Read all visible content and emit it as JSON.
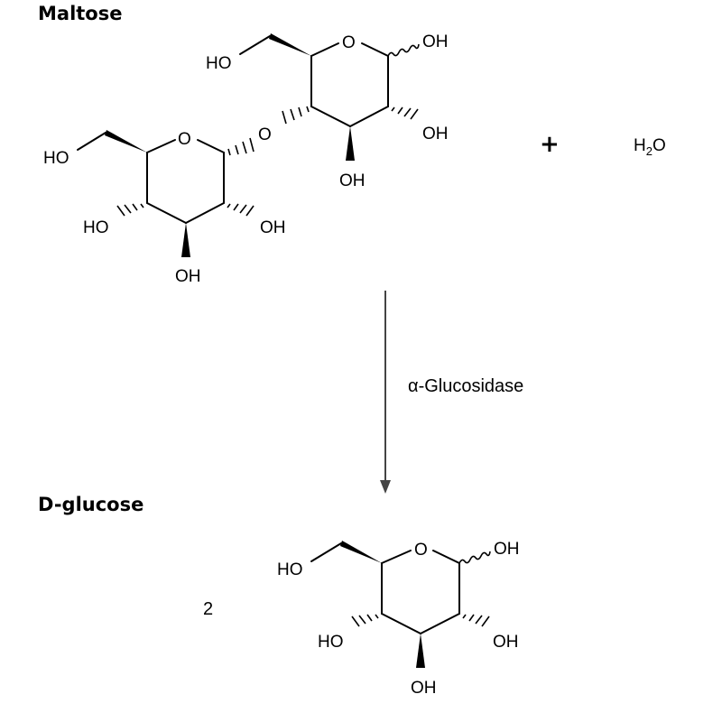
{
  "maltose": {
    "title": "Maltose",
    "labels": {
      "ring_oxygen": "O",
      "hydroxyl_ho": "HO",
      "hydroxyl_oh": "OH",
      "glycosidic_oxygen": "O"
    }
  },
  "reaction": {
    "plus": "+",
    "water": {
      "main": "H",
      "subscript": "2",
      "tail": "O"
    },
    "enzyme": "α-Glucosidase"
  },
  "product": {
    "title": "D-glucose",
    "coefficient": "2",
    "labels": {
      "ring_oxygen": "O",
      "hydroxyl_ho": "HO",
      "hydroxyl_oh": "OH"
    }
  }
}
